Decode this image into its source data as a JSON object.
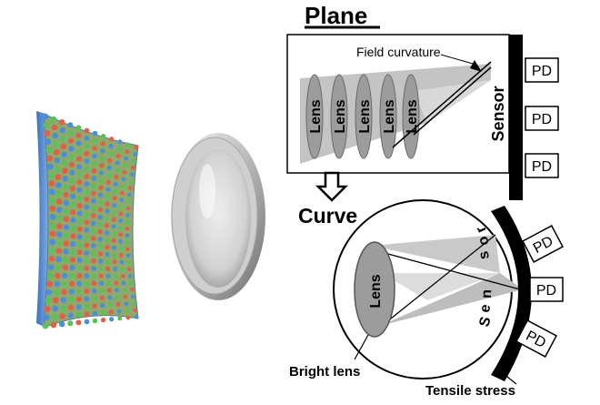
{
  "plane": {
    "title": "Plane",
    "annotation": "Field curvature",
    "lens_label": "Lens",
    "sensor_label": "Sensor",
    "pd_label": "PD"
  },
  "curve": {
    "title": "Curve",
    "lens_label": "Lens",
    "sensor_letters": [
      "S",
      "e",
      "n",
      "s",
      "o",
      "r"
    ],
    "pd_label": "PD",
    "bright_lens_label": "Bright lens",
    "tensile_stress_label": "Tensile stress"
  },
  "colors": {
    "ink": "#000000",
    "lens_fill": "#9c9c9c",
    "beam_fill": "#bdbdbd",
    "sensor_pixels": [
      "#4d8ed8",
      "#5cc05a",
      "#e0604a"
    ]
  }
}
